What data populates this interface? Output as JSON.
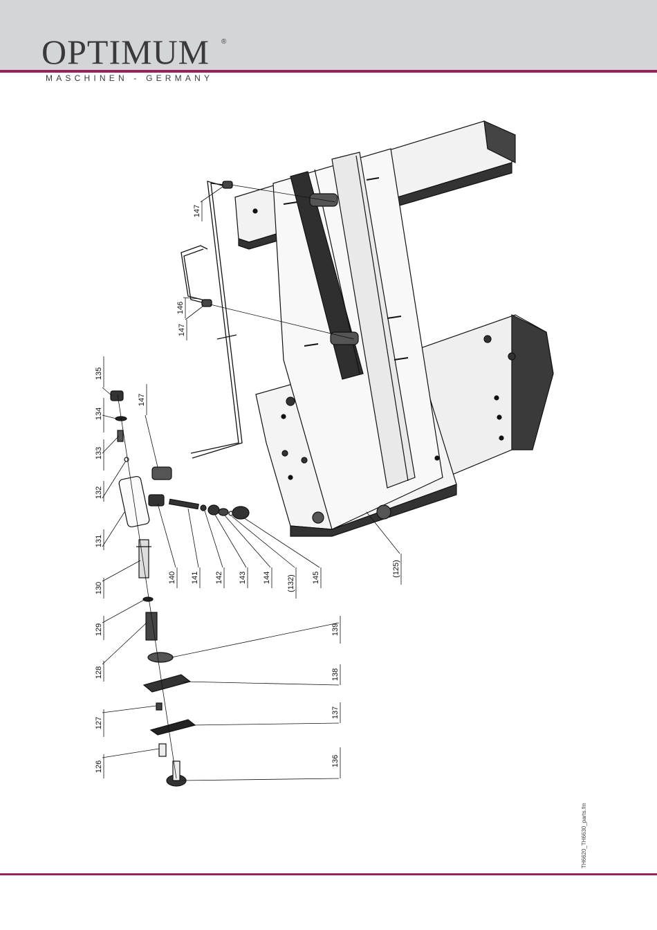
{
  "brand": {
    "name": "OPTIMUM",
    "registered": "®",
    "tagline": "MASCHINEN - GERMANY",
    "accent_color": "#9a1f5a",
    "header_color": "#d4d5d7"
  },
  "footer": {
    "filename": "TH6620_TH6630_parts.fm"
  },
  "part_labels": {
    "p125": "(125)",
    "p126": "126",
    "p127": "127",
    "p128": "128",
    "p129": "129",
    "p130": "130",
    "p131": "131",
    "p132": "132",
    "p132b": "(132)",
    "p133": "133",
    "p134": "134",
    "p135": "135",
    "p136": "136",
    "p137": "137",
    "p138": "138",
    "p139": "139",
    "p140": "140",
    "p141": "141",
    "p142": "142",
    "p143": "143",
    "p144": "144",
    "p145": "145",
    "p146": "146",
    "p147a": "147",
    "p147b": "147",
    "p147c": "147"
  }
}
